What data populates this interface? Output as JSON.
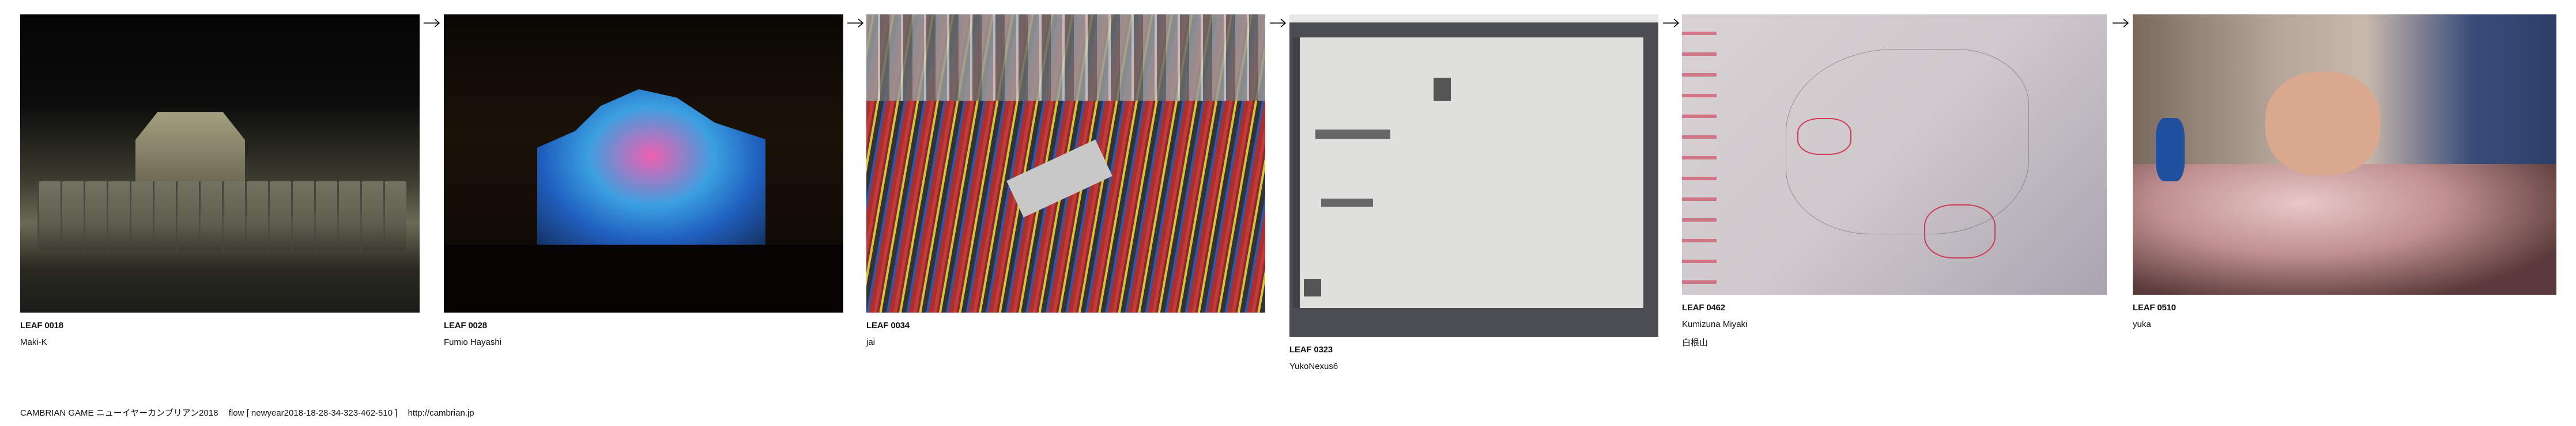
{
  "leaves": [
    {
      "id": "LEAF 0018",
      "author": "Maki-K"
    },
    {
      "id": "LEAF 0028",
      "author": "Fumio Hayashi"
    },
    {
      "id": "LEAF 0034",
      "author": "jai"
    },
    {
      "id": "LEAF 0323",
      "author": "YukoNexus6"
    },
    {
      "id": "LEAF 0462",
      "author": "Kumizuna Miyaki",
      "note": "白根山"
    },
    {
      "id": "LEAF 0510",
      "author": "yuka"
    }
  ],
  "footer": {
    "title": "CAMBRIAN GAME  ニューイヤーカンブリアン2018",
    "flow": "flow [ newyear2018-18-28-34-323-462-510 ]",
    "url": "http://cambrian.jp"
  }
}
